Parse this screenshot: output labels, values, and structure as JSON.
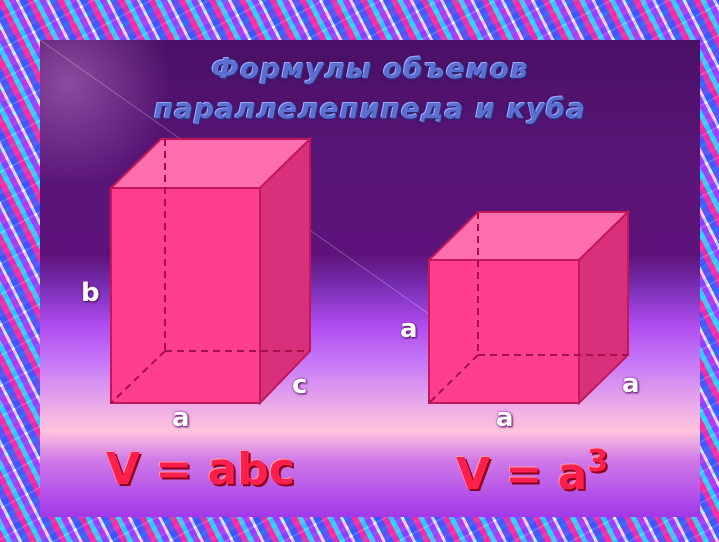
{
  "slide": {
    "title_line1": "Формулы  объемов",
    "title_line2": "параллелепипеда и куба"
  },
  "box": {
    "label_b": "b",
    "label_c": "c",
    "label_a": "a",
    "formula": "V = abc"
  },
  "cube": {
    "label_left": "a",
    "label_right": "a",
    "label_bottom": "a",
    "formula_base": "V = a",
    "formula_exp": "3"
  },
  "colors": {
    "shape_front": "#ff3e8f",
    "shape_top": "#ff6fae",
    "shape_side": "#d8307a",
    "edge": "#c2185b",
    "formula": "#ff1f4d"
  }
}
